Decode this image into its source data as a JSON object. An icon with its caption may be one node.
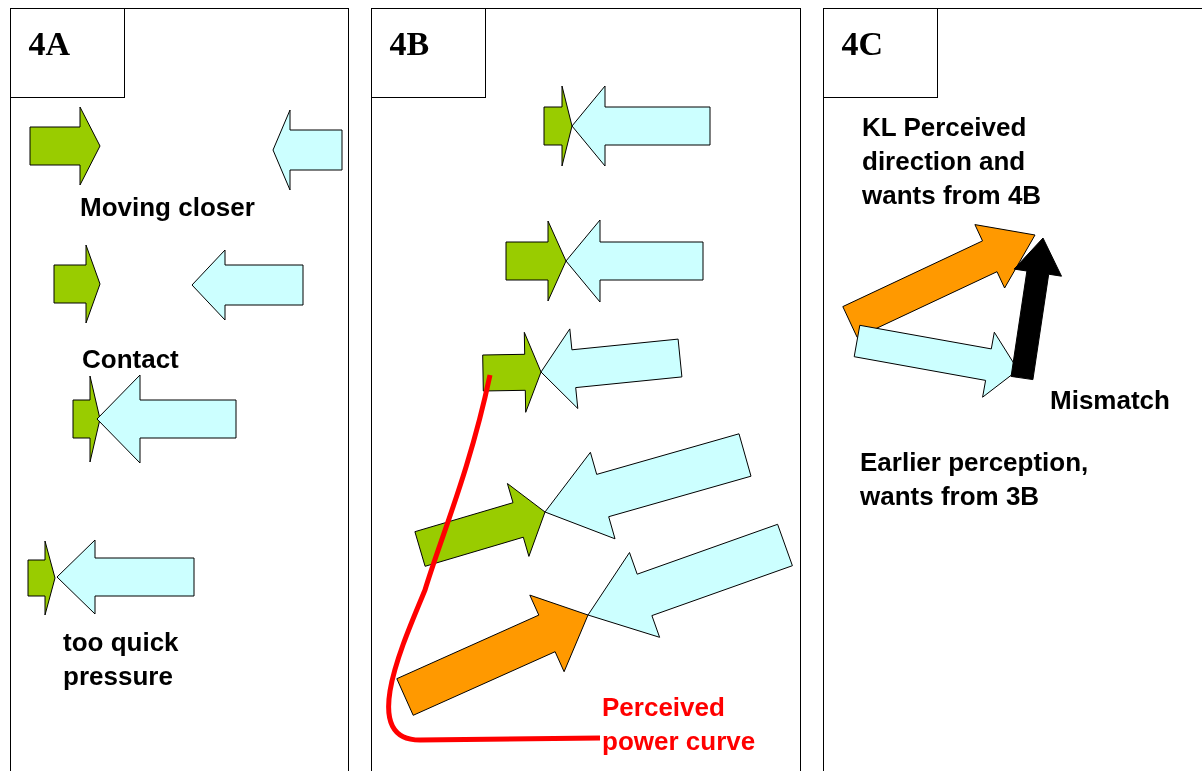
{
  "diagram": {
    "nodes": [
      {
        "text": [
          "4A"
        ]
      },
      {
        "text": [
          "4B"
        ]
      },
      {
        "text": [
          "4C"
        ]
      }
    ],
    "labels": [
      "Moving closer",
      "Contact",
      "too quick pressure",
      "Perceived power curve",
      "KL Perceived direction and wants from 4B",
      "Mismatch",
      "Earlier perception, wants from 3B"
    ]
  }
}
